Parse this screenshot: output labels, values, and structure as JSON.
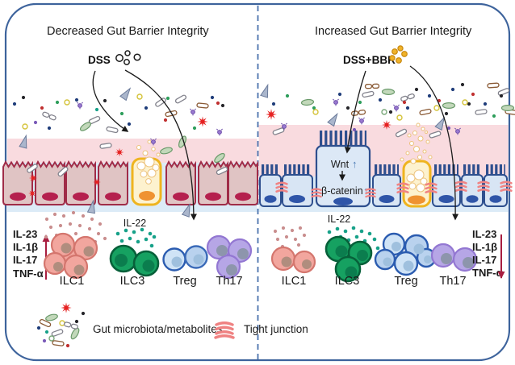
{
  "left_panel": {
    "title": "Decreased Gut Barrier Integrity",
    "treatment": "DSS",
    "cytokines": [
      "IL-23",
      "IL-1β",
      "IL-17",
      "TNF-α"
    ],
    "cytokine_trend": "increased",
    "il22_label": "IL-22",
    "cell_labels": [
      "ILC1",
      "ILC3",
      "Treg",
      "Th17"
    ]
  },
  "right_panel": {
    "title": "Increased Gut Barrier Integrity",
    "treatment": "DSS+BBR",
    "signaling": {
      "wnt": "Wnt",
      "beta_catenin": "β-catenin",
      "up_arrow": "↑"
    },
    "cytokines": [
      "IL-23",
      "IL-1β",
      "IL-17",
      "TNF-α"
    ],
    "cytokine_trend": "decreased",
    "il22_label": "IL-22",
    "cell_labels": [
      "ILC1",
      "ILC3",
      "Treg",
      "Th17"
    ]
  },
  "legend": {
    "microbiota": "Gut microbiota/metabolites",
    "tight_junction": "Tight junction"
  },
  "colors": {
    "border_blue": "#3d639c",
    "divider_blue": "#4a72ad",
    "mucus_pink": "#f9dbdf",
    "lumen_blue": "#dcebf7",
    "left_cell_fill": "#e0c4c4",
    "left_cell_border": "#a02c48",
    "left_nucleus": "#b5204e",
    "right_cell_fill": "#d8e5f4",
    "right_cell_border": "#2e4f8e",
    "right_nucleus": "#2f55a8",
    "goblet_fill": "#fdf2cf",
    "goblet_border": "#efb41f",
    "goblet_nucleus": "#ef9232",
    "tight_junction_pink": "#f08484",
    "broken_junction_red": "#e62222",
    "ilc1_fill": "#f2a69e",
    "ilc1_border": "#d4766e",
    "ilc3_fill": "#16a161",
    "ilc3_border": "#07603a",
    "treg_fill": "#c2d9f2",
    "treg_border": "#2b5cb0",
    "th17_fill": "#b6a6e6",
    "th17_border": "#9377d2",
    "il22_dot": "#17a189",
    "ilc1_dot": "#c98e8e",
    "cytokine_arrow_red": "#a81e40",
    "dss_molecule_stroke": "#1a1a1a",
    "bbr_molecule_fill": "#f0b228"
  }
}
